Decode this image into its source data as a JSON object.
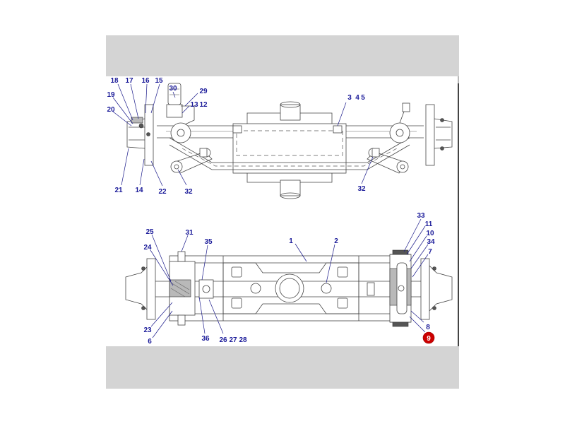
{
  "diagram": {
    "top_view_callouts": [
      "18",
      "17",
      "16",
      "15",
      "19",
      "20",
      "30",
      "29",
      "13",
      "12",
      "3",
      "4",
      "5",
      "21",
      "14",
      "22",
      "32",
      "32"
    ],
    "bottom_view_callouts": [
      "25",
      "31",
      "35",
      "1",
      "2",
      "33",
      "11",
      "10",
      "34",
      "7",
      "24",
      "23",
      "6",
      "36",
      "26",
      "27",
      "28",
      "8"
    ],
    "highlighted_callout": "9",
    "highlight_color": "#cc0000",
    "callout_color": "#1a1a99"
  }
}
